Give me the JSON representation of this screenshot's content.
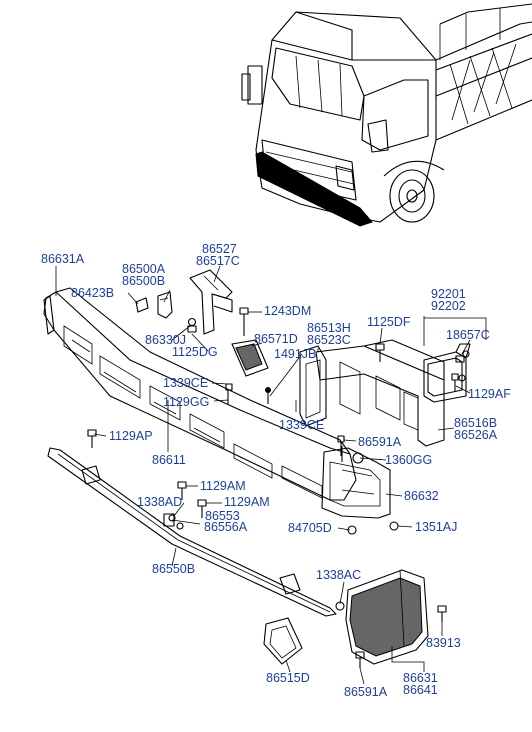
{
  "labels": {
    "l86631A_top": "86631A",
    "l86500A": "86500A",
    "l86500B": "86500B",
    "l86423B": "86423B",
    "l86527": "86527",
    "l86517C": "86517C",
    "l1243DM": "1243DM",
    "l86330J": "86330J",
    "l1125DG": "1125DG",
    "l86571D": "86571D",
    "l1491JB": "1491JB",
    "l86513H": "86513H",
    "l86523C": "86523C",
    "l1125DF": "1125DF",
    "l92201": "92201",
    "l92202": "92202",
    "l18657C": "18657C",
    "l1129AF": "1129AF",
    "l1339CE_a": "1339CE",
    "l1129GG": "1129GG",
    "l1339CE_b": "1339CE",
    "l86516B": "86516B",
    "l86526A": "86526A",
    "l1129AP": "1129AP",
    "l86591A_a": "86591A",
    "l86611": "86611",
    "l1360GG": "1360GG",
    "l1129AM_a": "1129AM",
    "l86632": "86632",
    "l1338AD": "1338AD",
    "l1129AM_b": "1129AM",
    "l86553": "86553",
    "l86556A": "86556A",
    "l84705D": "84705D",
    "l1351AJ": "1351AJ",
    "l86550B": "86550B",
    "l1338AC": "1338AC",
    "l83913": "83913",
    "l86515D": "86515D",
    "l86591A_b": "86591A",
    "l86631": "86631",
    "l86641": "86641"
  },
  "colors": {
    "label_text": "#1f3f9e",
    "line_art": "#000000",
    "background": "#ffffff"
  }
}
